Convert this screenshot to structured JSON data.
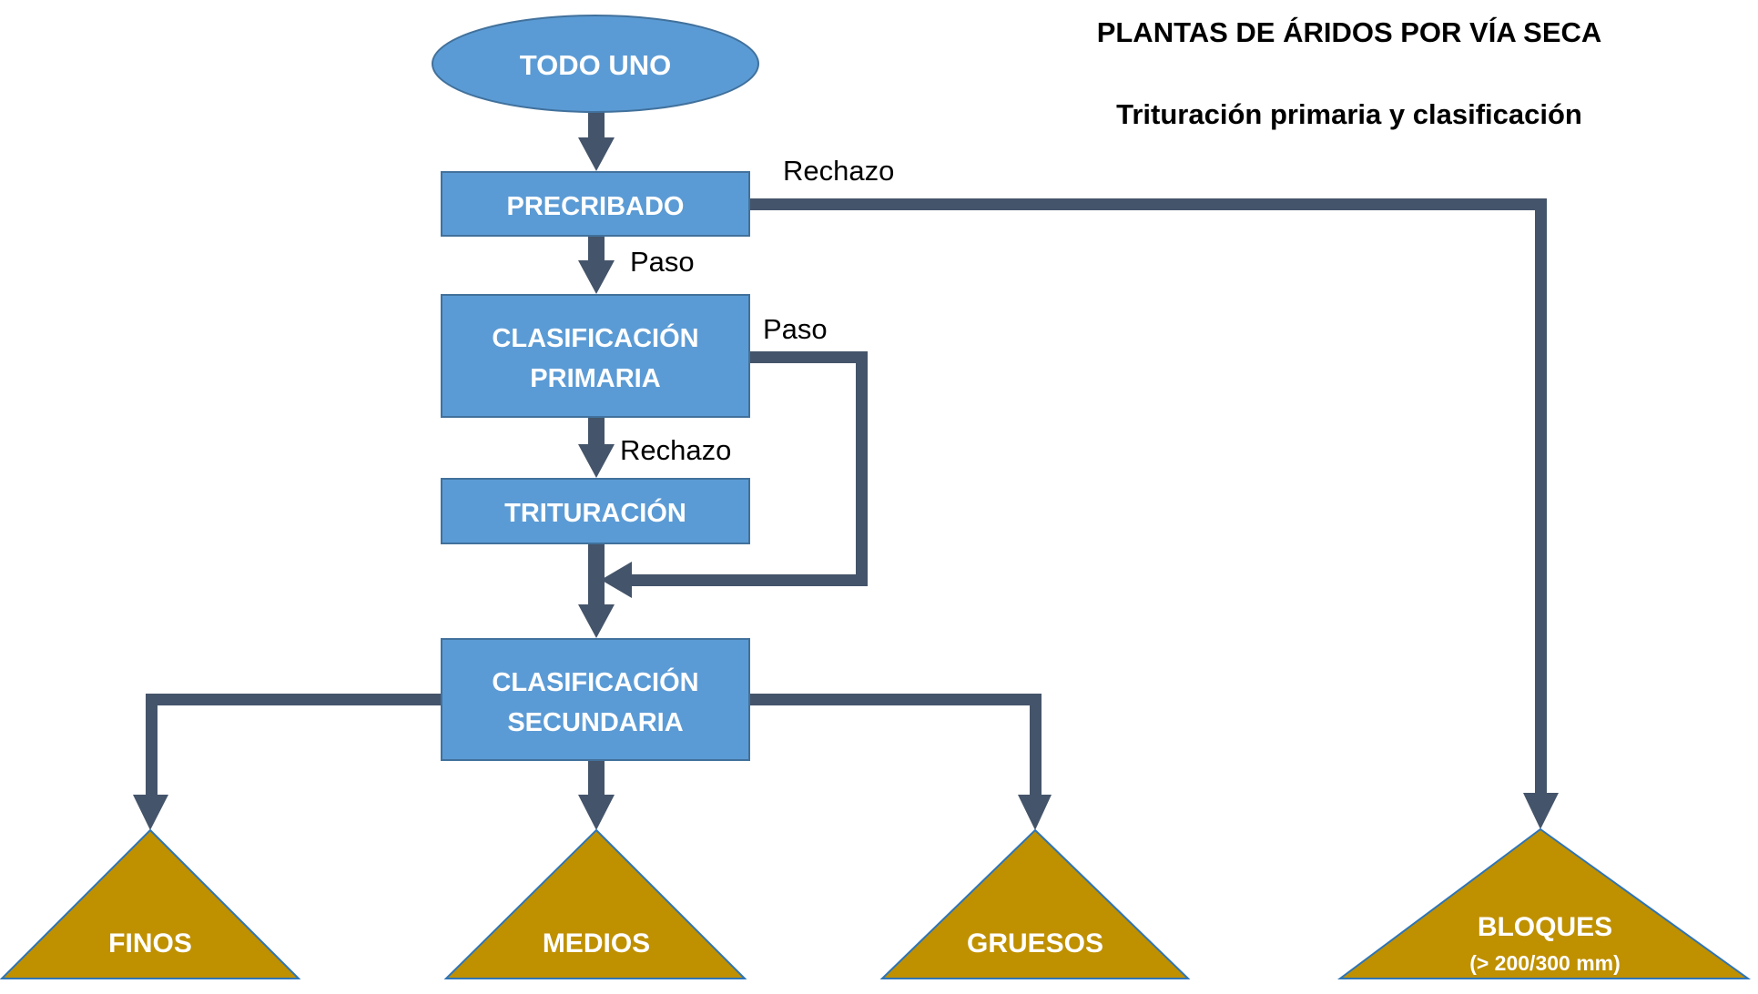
{
  "title": "PLANTAS DE ÁRIDOS POR VÍA SECA",
  "subtitle": "Trituración primaria y clasificación",
  "colors": {
    "process_fill": "#5B9BD5",
    "process_border": "#41719C",
    "connector": "#44546A",
    "product_fill": "#BF9000",
    "product_border": "#2E75B6",
    "text_on_shape": "#FFFFFF",
    "label_text": "#000000"
  },
  "nodes": {
    "start": {
      "label": "TODO UNO",
      "shape": "ellipse"
    },
    "precribado": {
      "label": "PRECRIBADO",
      "shape": "rectangle"
    },
    "clasificacion_primaria": {
      "lines": [
        "CLASIFICACIÓN",
        "PRIMARIA"
      ],
      "shape": "rectangle"
    },
    "trituracion": {
      "label": "TRITURACIÓN",
      "shape": "rectangle"
    },
    "clasificacion_secundaria": {
      "lines": [
        "CLASIFICACIÓN",
        "SECUNDARIA"
      ],
      "shape": "rectangle"
    }
  },
  "products": [
    {
      "label": "FINOS",
      "sublabel": ""
    },
    {
      "label": "MEDIOS",
      "sublabel": ""
    },
    {
      "label": "GRUESOS",
      "sublabel": ""
    },
    {
      "label": "BLOQUES",
      "sublabel": "(> 200/300 mm)"
    }
  ],
  "edge_labels": {
    "precribado_rechazo": "Rechazo",
    "precribado_paso": "Paso",
    "primaria_paso": "Paso",
    "primaria_rechazo": "Rechazo"
  }
}
